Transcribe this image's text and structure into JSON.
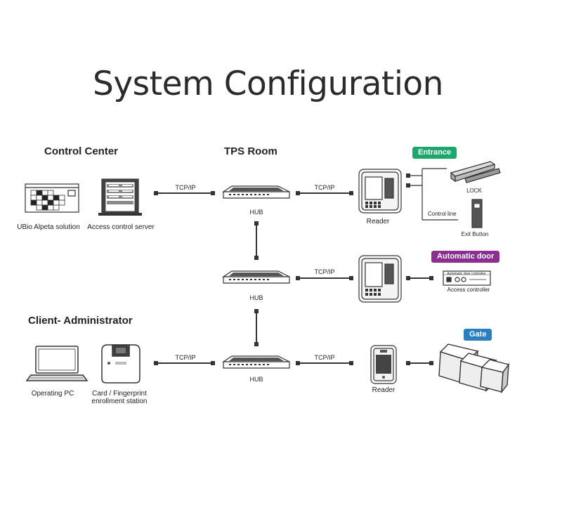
{
  "title": "System Configuration",
  "sections": {
    "control_center": "Control Center",
    "tps_room": "TPS Room",
    "client_admin": "Client- Administrator"
  },
  "labels": {
    "ubio": "UBio Alpeta solution",
    "access_server": "Access control server",
    "operating_pc": "Operating PC",
    "enroll_line1": "Card / Fingerprint",
    "enroll_line2": "enrollment station",
    "hub1": "HUB",
    "hub2": "HUB",
    "hub3": "HUB",
    "tcpip_1": "TCP/IP",
    "tcpip_2": "TCP/IP",
    "tcpip_3": "TCP/IP",
    "tcpip_4": "TCP/IP",
    "tcpip_5": "TCP/IP",
    "reader_1": "Reader",
    "reader_3": "Reader",
    "lock": "LOCK",
    "control_line": "Control line",
    "exit_button": "Exit Button",
    "access_controller": "Access controller",
    "controller_plate": "Automatic door controller"
  },
  "badges": {
    "entrance": "Entrance",
    "automatic_door": "Automatic door",
    "gate": "Gate"
  },
  "colors": {
    "entrance": "#1aa86b",
    "automatic_door": "#8a2e8f",
    "gate": "#2a7fc0",
    "line": "#333333"
  }
}
